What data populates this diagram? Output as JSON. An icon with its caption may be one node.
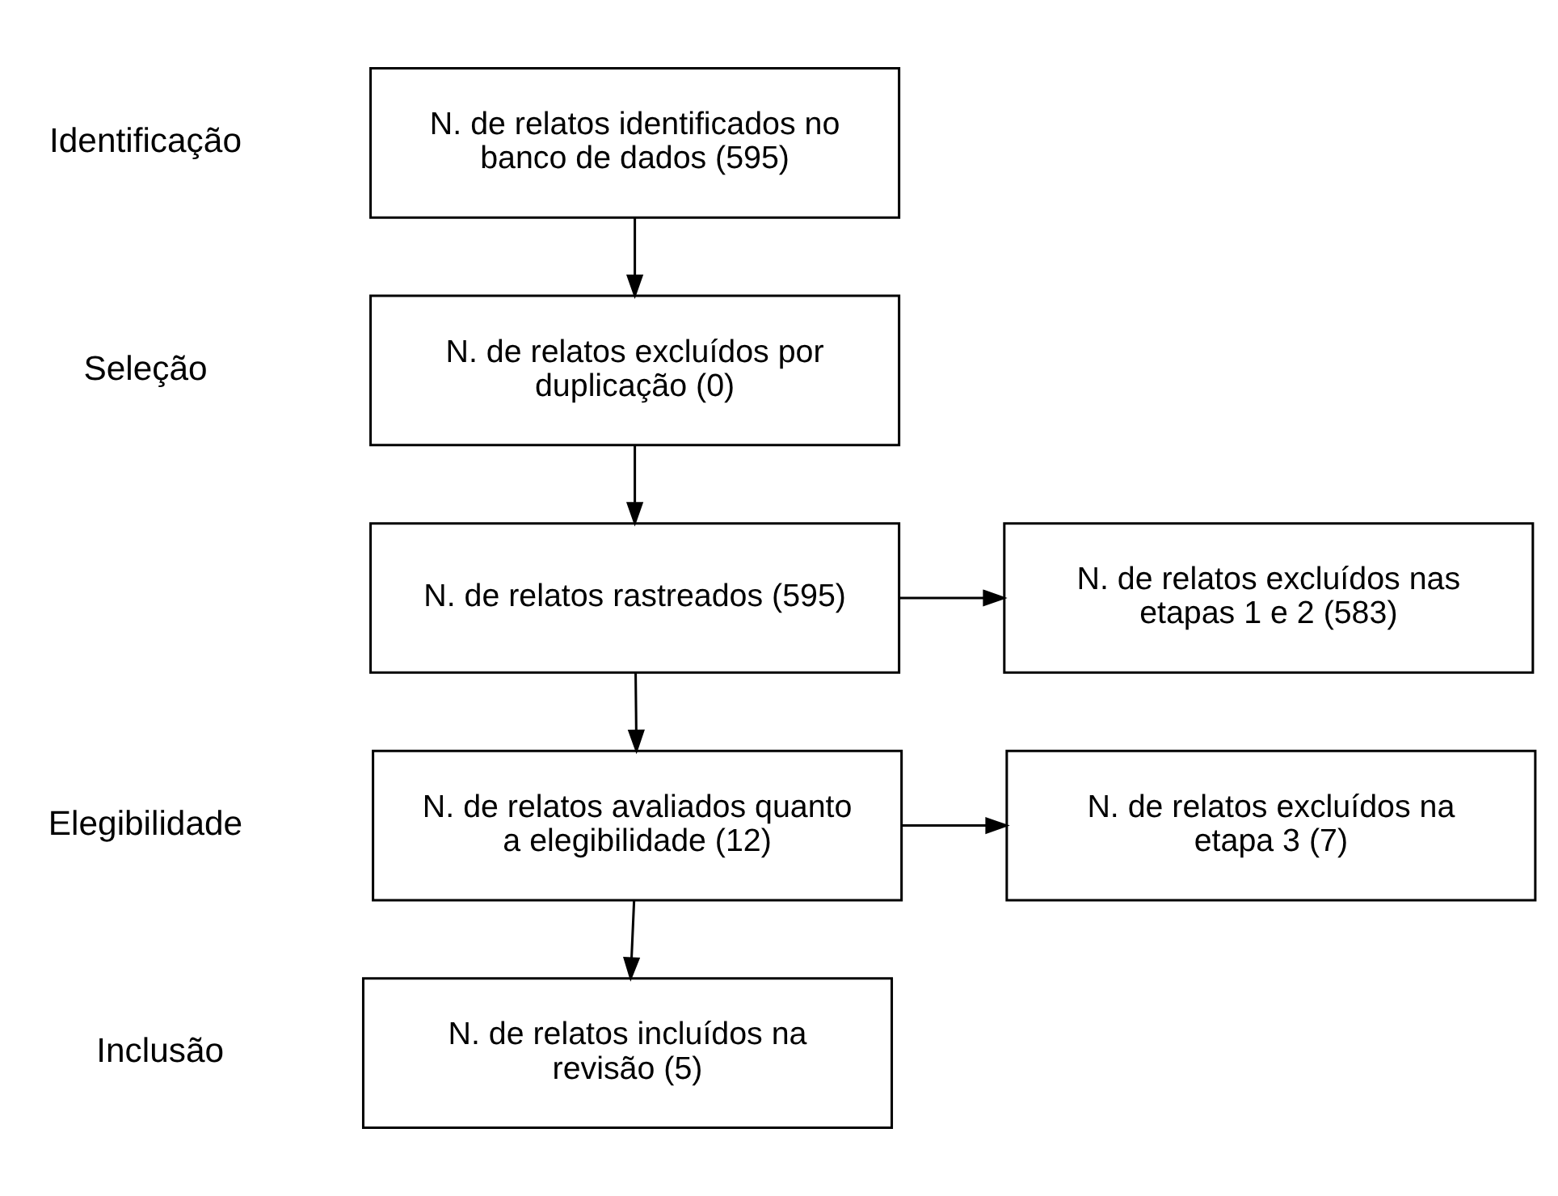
{
  "diagram": {
    "nodes": [
      {
        "text": [
          "N. de relatos identificados no banco de dados (595)"
        ]
      },
      {
        "text": [
          "N. de relatos excluídos por duplicação (0)"
        ]
      },
      {
        "text": [
          "N. de relatos rastreados (595)"
        ]
      },
      {
        "text": [
          "N. de relatos excluídos nas etapas 1 e 2 (583)"
        ]
      },
      {
        "text": [
          "N. de relatos avaliados quanto a elegibilidade (12)"
        ]
      },
      {
        "text": [
          "N. de relatos excluídos na etapa 3 (7)"
        ]
      },
      {
        "text": [
          "N. de relatos incluídos na revisão (5)"
        ]
      }
    ],
    "edges": [
      {
        "from": 0,
        "to": 1,
        "arrow": "to"
      },
      {
        "from": 1,
        "to": 2,
        "arrow": "to"
      },
      {
        "from": 2,
        "to": 3,
        "arrow": "to"
      },
      {
        "from": 2,
        "to": 4,
        "arrow": "to"
      },
      {
        "from": 4,
        "to": 5,
        "arrow": "to"
      },
      {
        "from": 4,
        "to": 6,
        "arrow": "to"
      }
    ],
    "labels": [
      "Identificação",
      "Seleção",
      "Elegibilidade",
      "Inclusão"
    ]
  }
}
